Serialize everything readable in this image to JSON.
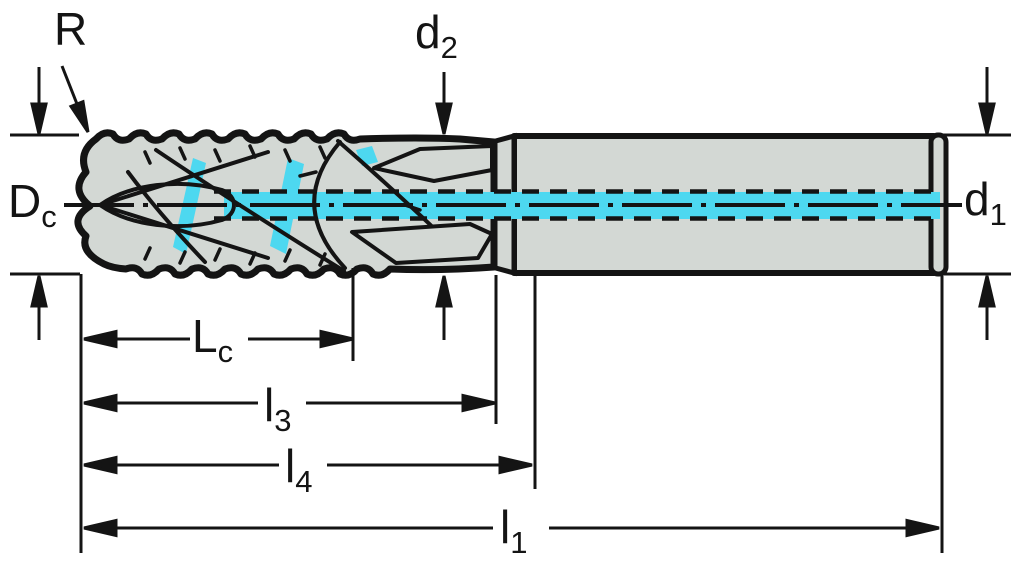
{
  "figure": {
    "kind": "end-mill-dimension-drawing"
  },
  "labels": {
    "R": "R",
    "d2": {
      "base": "d",
      "sub": "2"
    },
    "Dc": {
      "base": "D",
      "sub": "c"
    },
    "d1": {
      "base": "d",
      "sub": "1"
    },
    "Lc": {
      "base": "L",
      "sub": "c"
    },
    "l3": {
      "base": "l",
      "sub": "3"
    },
    "l4": {
      "base": "l",
      "sub": "4"
    },
    "l1": {
      "base": "l",
      "sub": "1"
    }
  },
  "colors": {
    "coolant_highlight": "#4DD8F0",
    "tool_body_fill": "#D3D8D4",
    "line_color": "#141414",
    "background": "#FFFFFF"
  }
}
